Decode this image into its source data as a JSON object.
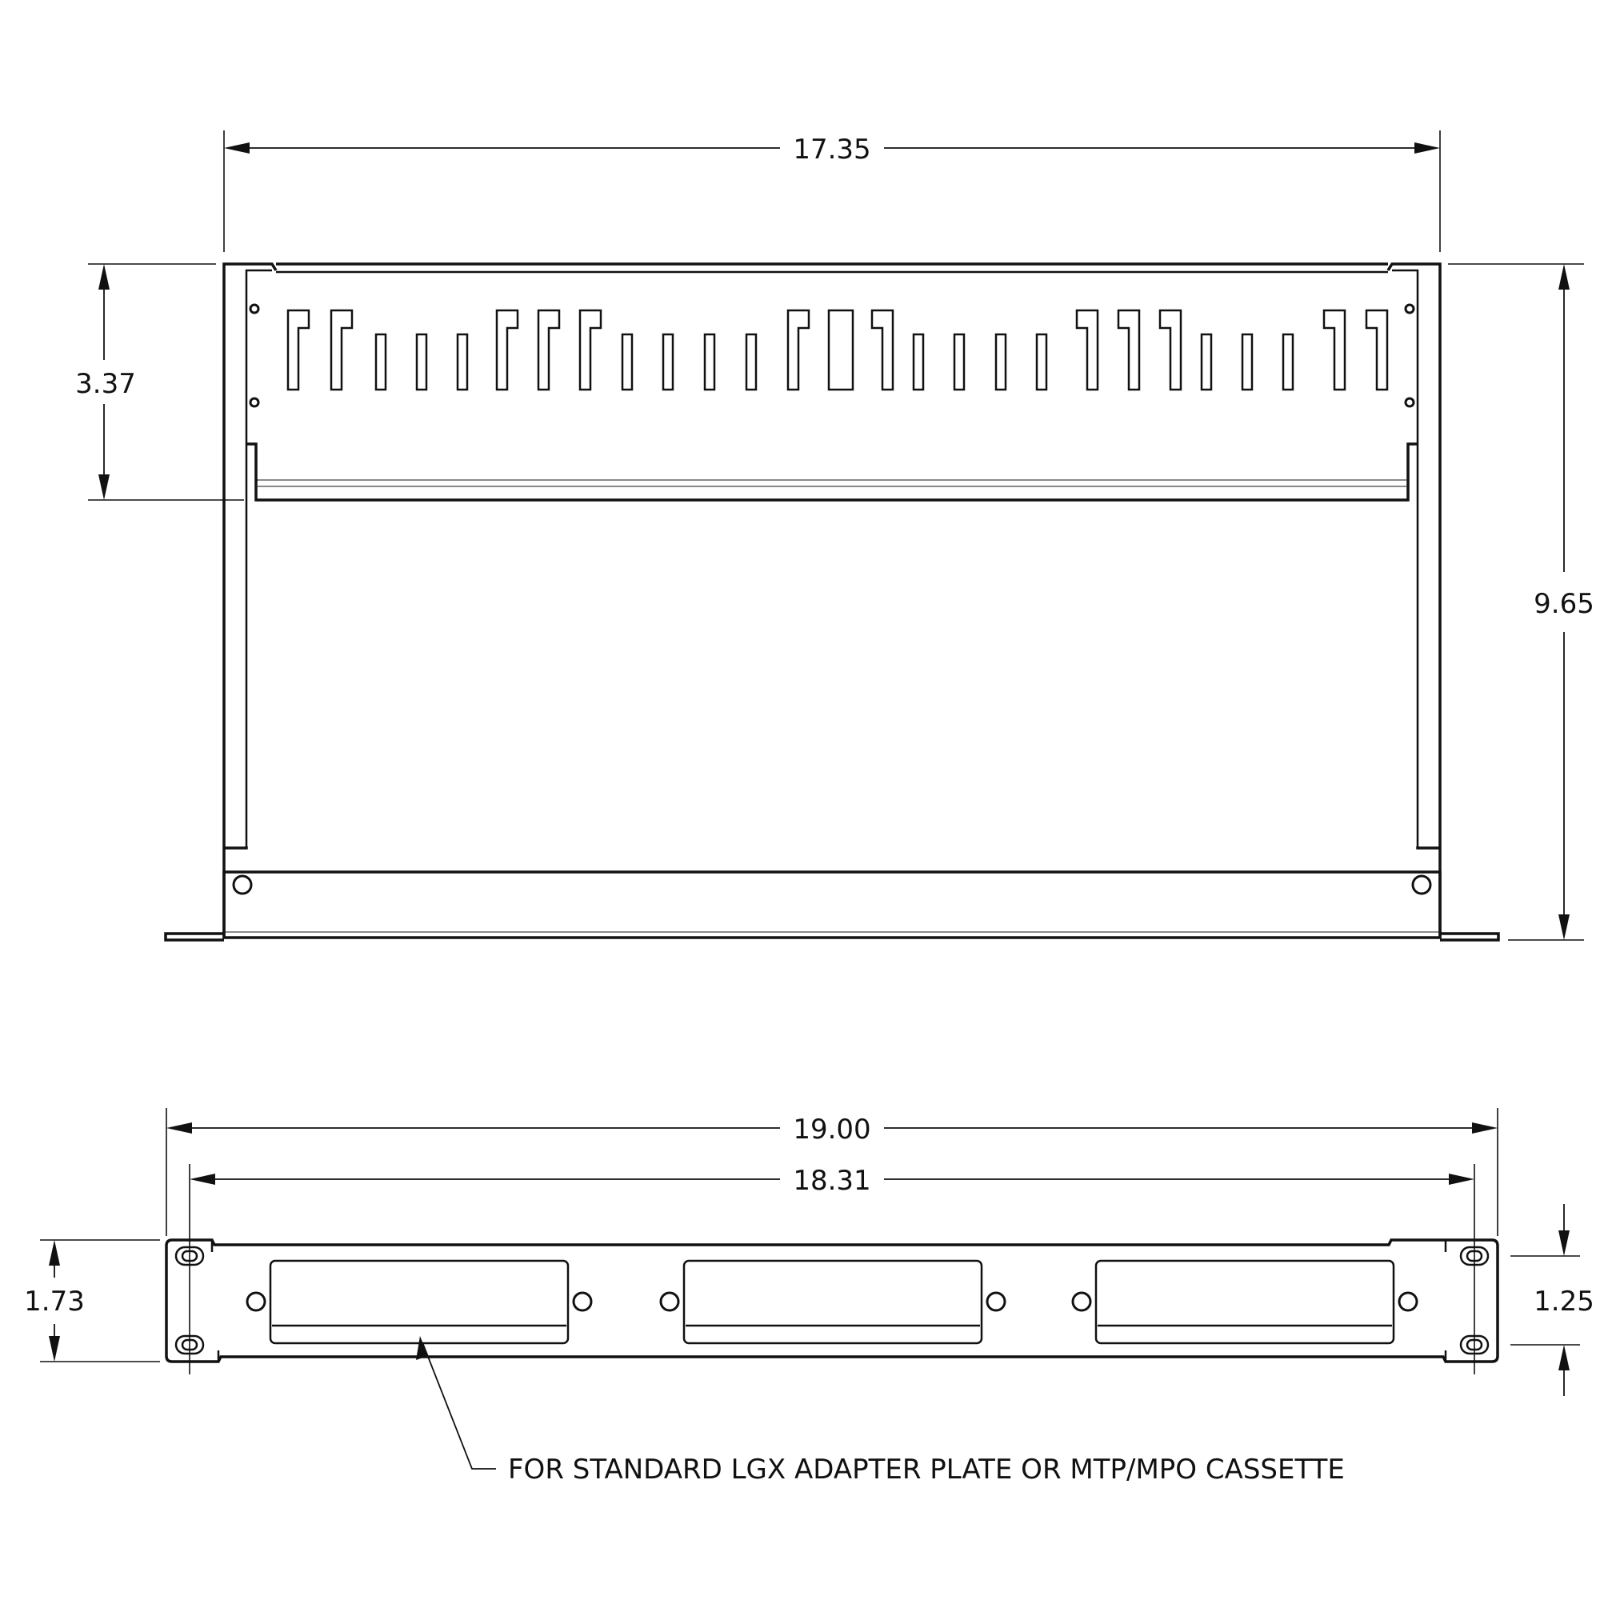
{
  "dimensions": {
    "top_width": "17.35",
    "side_tray_height": "3.37",
    "side_depth": "9.65",
    "front_width": "19.00",
    "front_hole_spacing": "18.31",
    "front_height": "1.73",
    "front_mount_spacing": "1.25"
  },
  "note": "FOR STANDARD LGX ADAPTER PLATE OR MTP/MPO CASSETTE",
  "colors": {
    "line": "#111111",
    "hidden": "#8a8a8a",
    "background": "#ffffff"
  }
}
